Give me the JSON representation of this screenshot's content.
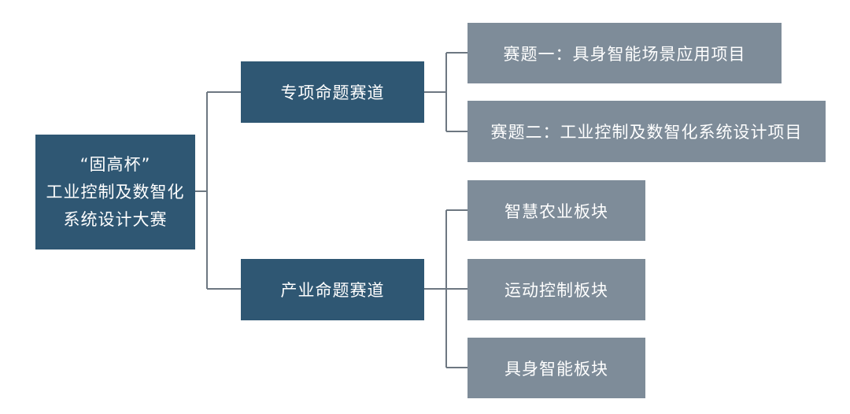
{
  "root": {
    "lines": [
      "“固高杯”",
      "工业控制及数智化",
      "系统设计大赛"
    ]
  },
  "tracks": [
    {
      "label": "专项命题赛道",
      "items": [
        "赛题一：具身智能场景应用项目",
        "赛题二：工业控制及数智化系统设计项目"
      ]
    },
    {
      "label": "产业命题赛道",
      "items": [
        "智慧农业板块",
        "运动控制板块",
        "具身智能板块"
      ]
    }
  ],
  "colors": {
    "primary_box": "#2f5773",
    "secondary_box": "#7e8c99",
    "connector": "#6d7781",
    "text": "#ffffff",
    "background": "#ffffff"
  }
}
